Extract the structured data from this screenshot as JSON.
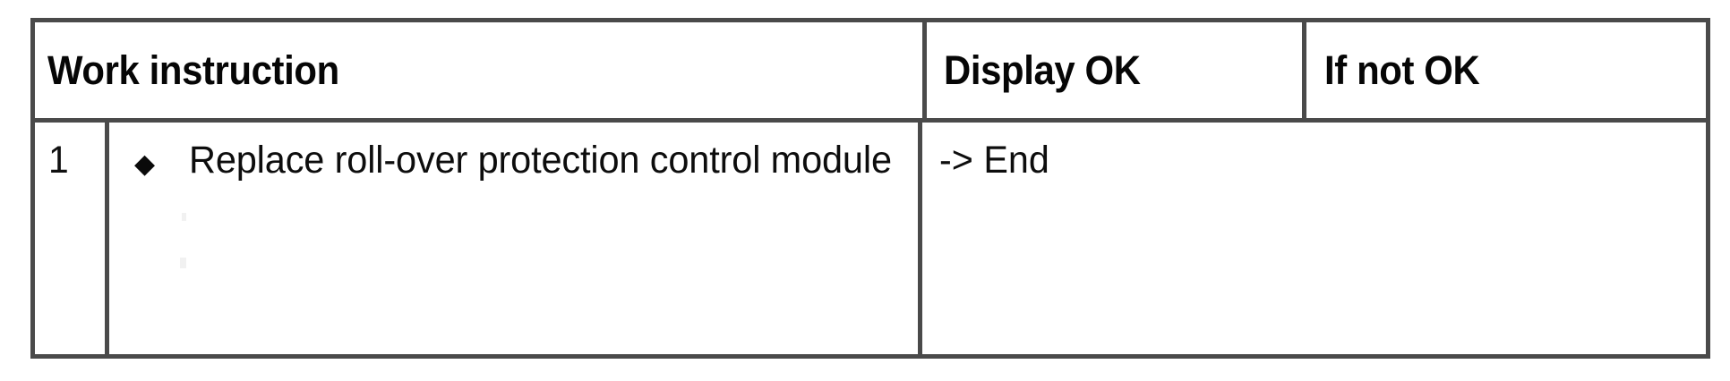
{
  "document": {
    "type": "work-instruction-table",
    "border_color": "#4a4a4a",
    "background_color": "#ffffff",
    "text_color": "#0d0d0d"
  },
  "table": {
    "columns": [
      {
        "key": "work_instruction",
        "label": "Work instruction"
      },
      {
        "key": "display_ok",
        "label": "Display OK"
      },
      {
        "key": "if_not_ok",
        "label": "If not OK"
      }
    ],
    "rows": [
      {
        "step": "1",
        "bullet": "diamond-bullet",
        "bullet_glyph": "◆",
        "instruction": "Replace roll-over protection control module",
        "display_ok": "-> End",
        "if_not_ok": ""
      }
    ]
  }
}
